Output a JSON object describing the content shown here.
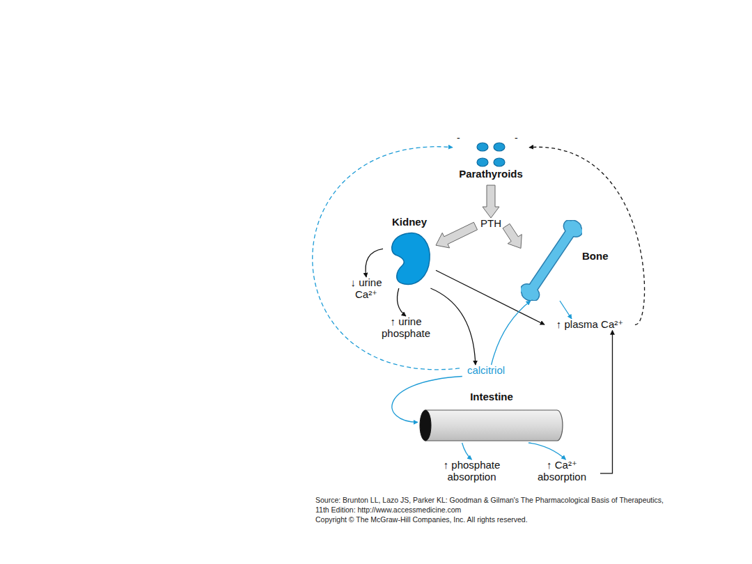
{
  "diagram": {
    "nodes": [
      {
        "text": [
          "Parathyroids"
        ]
      },
      {
        "text": [
          "PTH"
        ]
      },
      {
        "text": [
          "Kidney"
        ]
      },
      {
        "text": [
          "Bone"
        ]
      },
      {
        "text": [
          "↓ urine Ca²⁺"
        ]
      },
      {
        "text": [
          "↑ urine phosphate"
        ]
      },
      {
        "text": [
          "calcitriol"
        ]
      },
      {
        "text": [
          "↑ plasma Ca²⁺"
        ]
      },
      {
        "text": [
          "Intestine"
        ]
      },
      {
        "text": [
          "↑ phosphate absorption"
        ]
      },
      {
        "text": [
          "↑ Ca²⁺ absorption"
        ]
      }
    ],
    "edges": [
      {
        "from": 0,
        "to": 1,
        "arrow": "to"
      },
      {
        "from": 1,
        "to": 2,
        "arrow": "to"
      },
      {
        "from": 1,
        "to": 3,
        "arrow": "to"
      },
      {
        "from": 2,
        "to": 4,
        "arrow": "to"
      },
      {
        "from": 2,
        "to": 5,
        "arrow": "to"
      },
      {
        "from": 2,
        "to": 6,
        "arrow": "to"
      },
      {
        "from": 2,
        "to": 7,
        "arrow": "to"
      },
      {
        "from": 3,
        "to": 7,
        "arrow": "to"
      },
      {
        "from": 6,
        "to": 3,
        "arrow": "to"
      },
      {
        "from": 6,
        "to": 8,
        "arrow": "to"
      },
      {
        "from": 8,
        "to": 9,
        "arrow": "to"
      },
      {
        "from": 8,
        "to": 10,
        "arrow": "to"
      },
      {
        "from": 10,
        "to": 7,
        "arrow": "to"
      },
      {
        "from": 6,
        "to": 0,
        "arrow": "to"
      },
      {
        "from": 7,
        "to": 0,
        "arrow": "to"
      }
    ],
    "labels": [
      "-",
      "-",
      "Source: Brunton LL, Lazo JS, Parker KL: Goodman & Gilman's The Pharmacological Basis of Therapeutics, 11th Edition: http://www.accessmedicine.com",
      "Copyright © The McGraw-Hill Companies, Inc. All rights reserved."
    ]
  }
}
